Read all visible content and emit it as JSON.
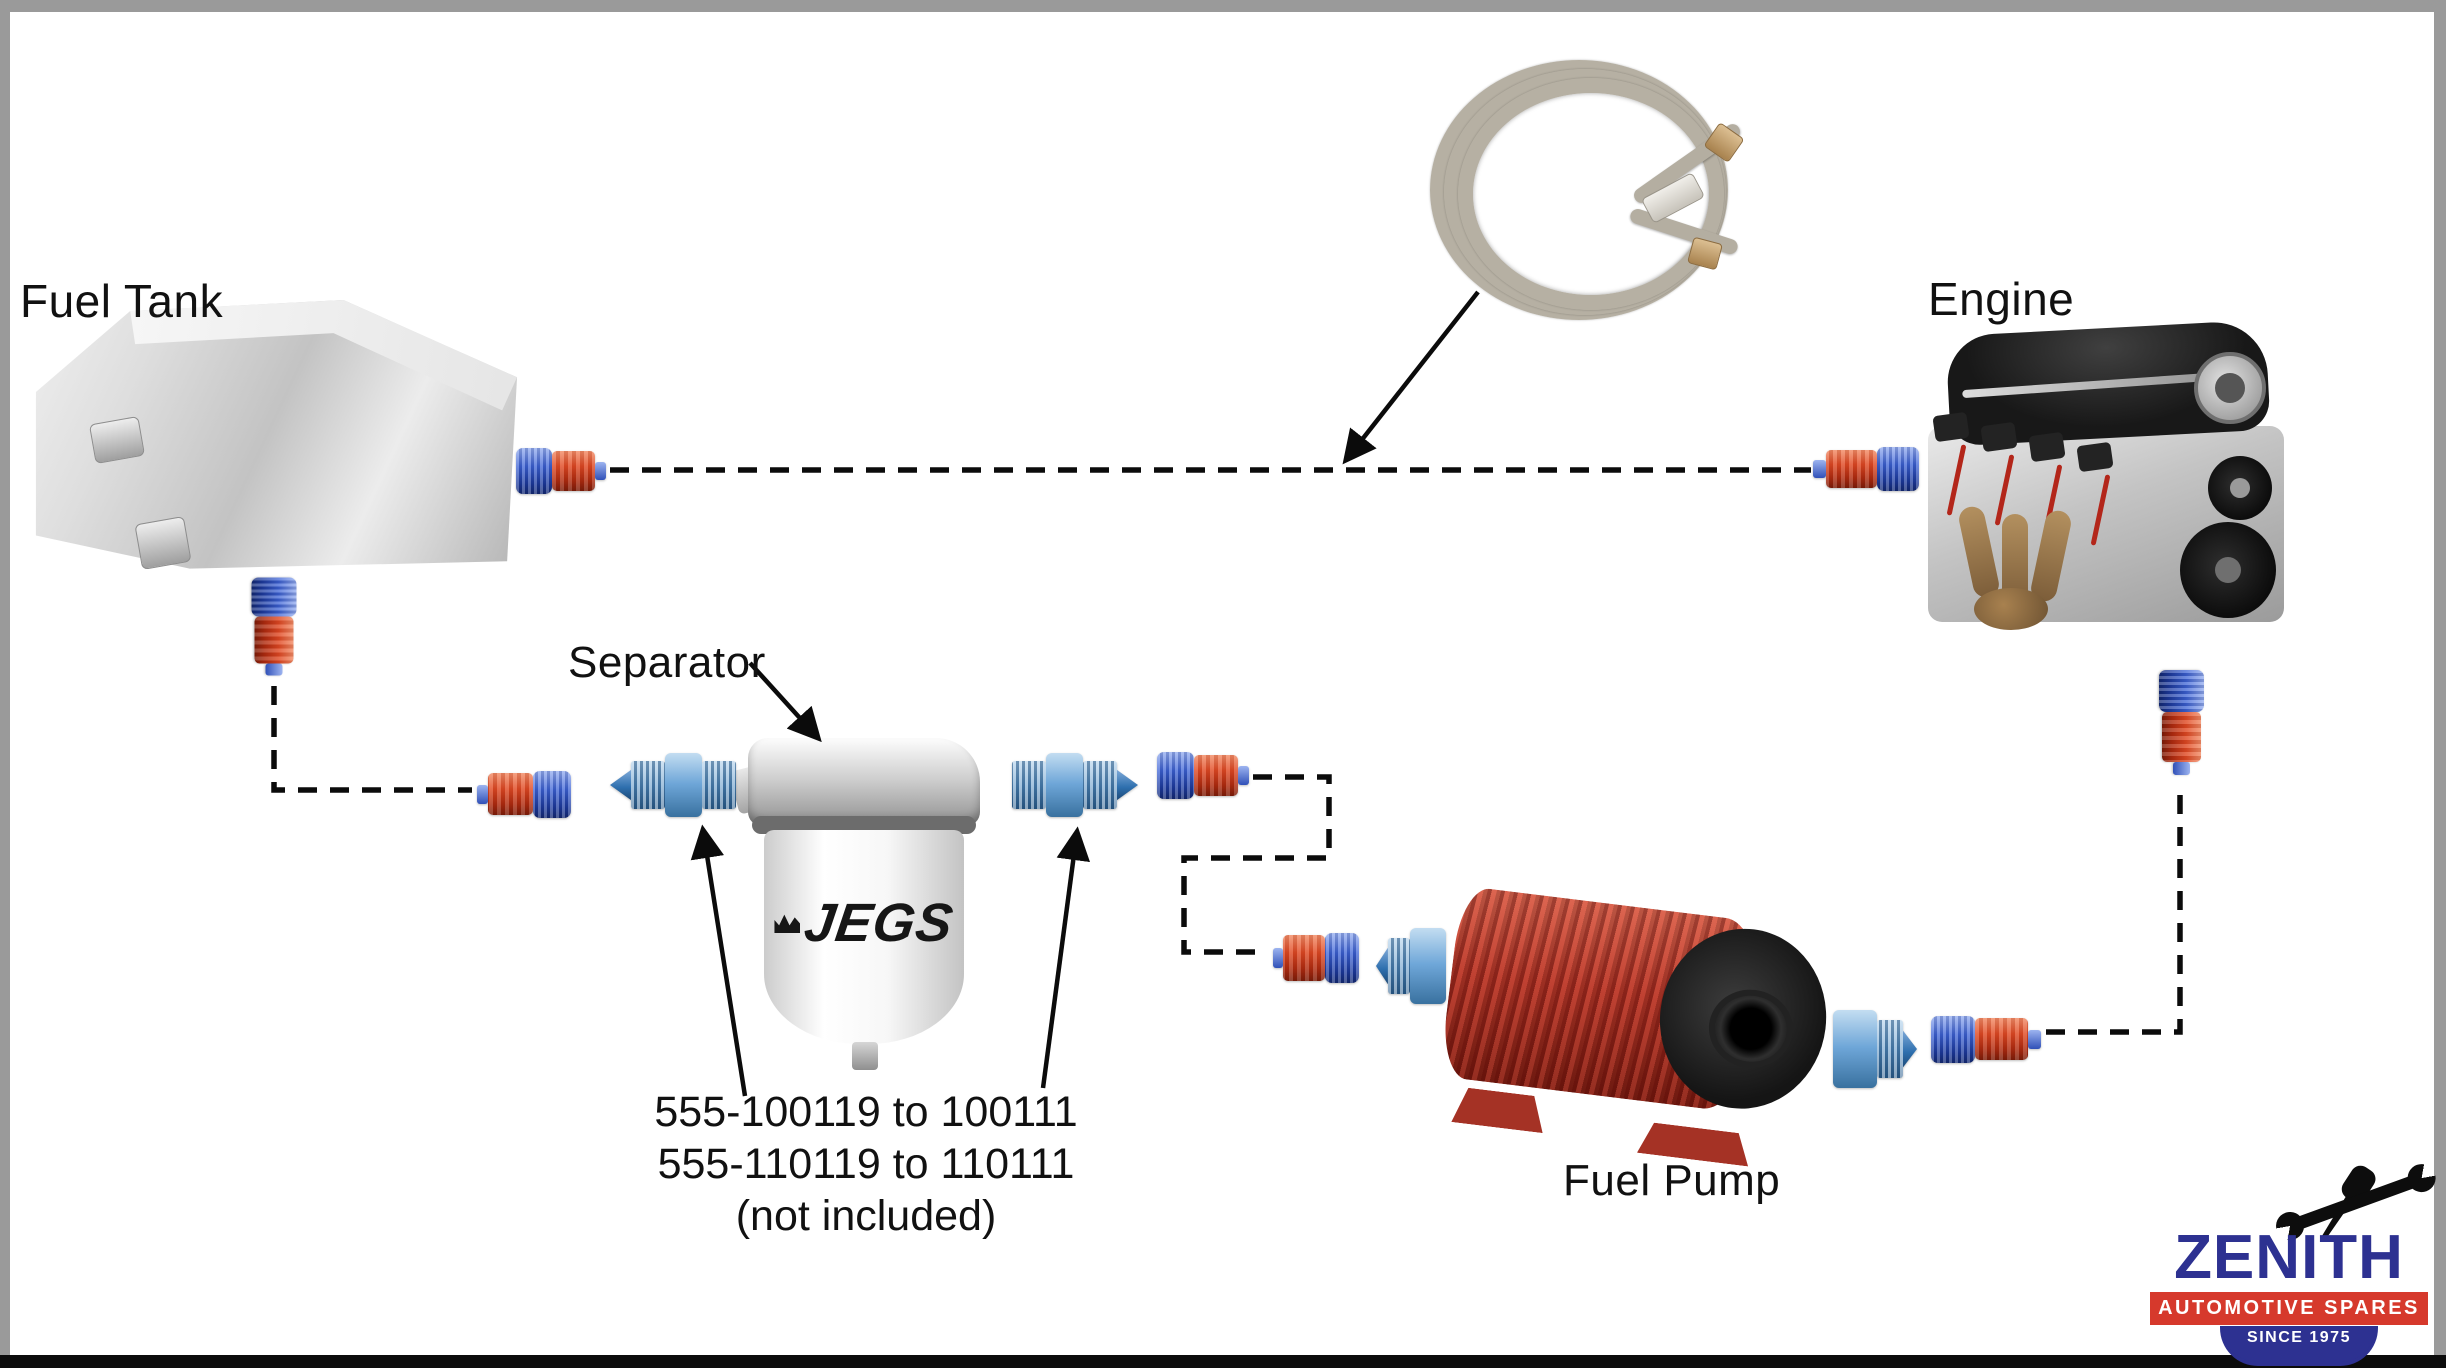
{
  "labels": {
    "fuel_tank": "Fuel Tank",
    "engine": "Engine",
    "separator": "Separator",
    "fuel_pump": "Fuel Pump"
  },
  "part_note": {
    "line1": "555-100119 to 100111",
    "line2": "555-110119 to 110111",
    "line3": "(not included)"
  },
  "separator": {
    "brand": "JEGS"
  },
  "logo": {
    "name": "ZENITH",
    "tagline": "AUTOMOTIVE SPARES",
    "since": "SINCE 1975"
  },
  "colors": {
    "fitting_blue": "#2c55c8",
    "fitting_red": "#d63c20",
    "adapter_blue": "#6ea6d8",
    "pump_red": "#b23527",
    "line_black": "#0b0b0b",
    "logo_navy": "#2d3191",
    "banner_red": "#d6392c",
    "frame_gray": "#9a9a9a"
  }
}
